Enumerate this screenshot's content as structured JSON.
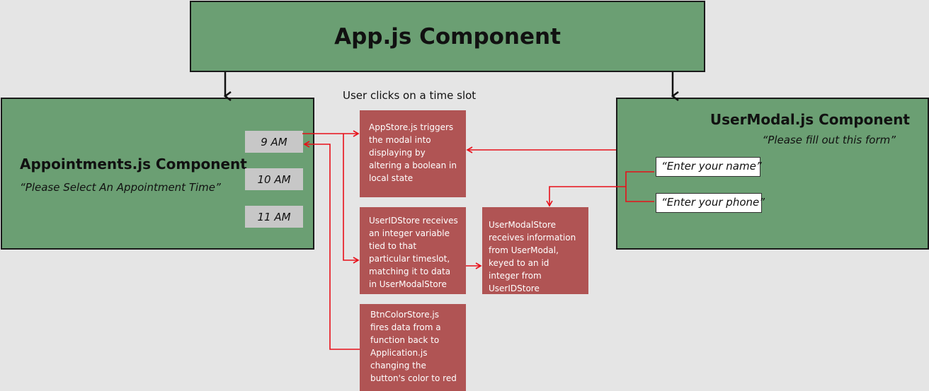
{
  "app": {
    "title": "App.js Component"
  },
  "appointments": {
    "title": "Appointments.js Component",
    "subtitle": "“Please Select An Appointment Time”",
    "slots": [
      "9 AM",
      "10 AM",
      "11 AM"
    ]
  },
  "user_modal": {
    "title": "UserModal.js Component",
    "subtitle": "“Please fill out this form”",
    "name_field": "“Enter your name”",
    "phone_field": "“Enter your phone”"
  },
  "note": "User clicks on a time slot",
  "stores": {
    "appstore": "AppStore.js triggers the modal into displaying by altering a boolean in local state",
    "useridstore": "UserIDStore receives an integer variable tied to that particular timeslot, matching it to data in UserModalStore",
    "usermodalstore": "UserModalStore receives information from UserModal, keyed to an id integer from UserIDStore",
    "btncolorstore": "BtnColorStore.js fires data from a function back to Application.js changing the button's color to red"
  },
  "colors": {
    "background": "#e5e5e5",
    "component": "#6b9f73",
    "store": "#b05454",
    "connector_red": "#e8101a",
    "connector_black": "#111111"
  }
}
